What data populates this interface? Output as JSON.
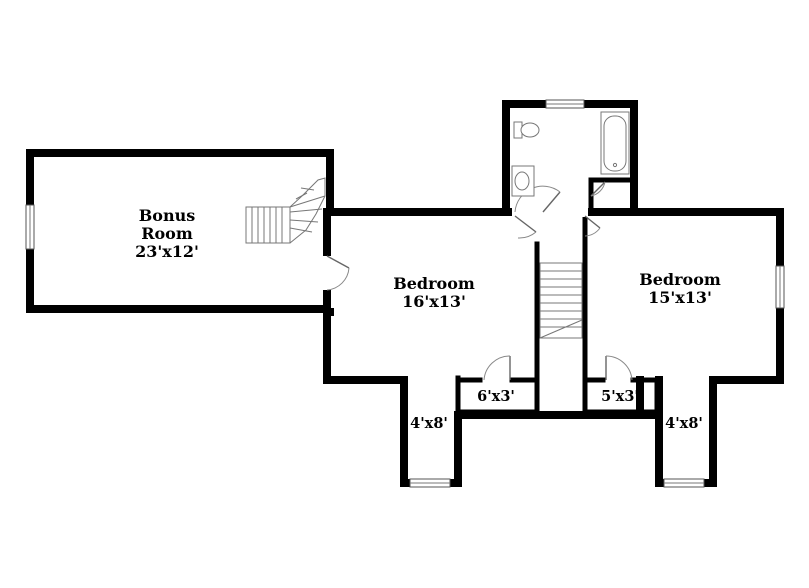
{
  "rooms": {
    "bonus": {
      "name_line1": "Bonus",
      "name_line2": "Room",
      "size": "23'x12'"
    },
    "bedroom_left": {
      "name": "Bedroom",
      "size": "16'x13'"
    },
    "bedroom_right": {
      "name": "Bedroom",
      "size": "15'x13'"
    },
    "closet_left": {
      "size": "6'x3'"
    },
    "closet_right": {
      "size": "5'x3'"
    },
    "nook_left": {
      "size": "4'x8'"
    },
    "nook_right": {
      "size": "4'x8'"
    }
  }
}
